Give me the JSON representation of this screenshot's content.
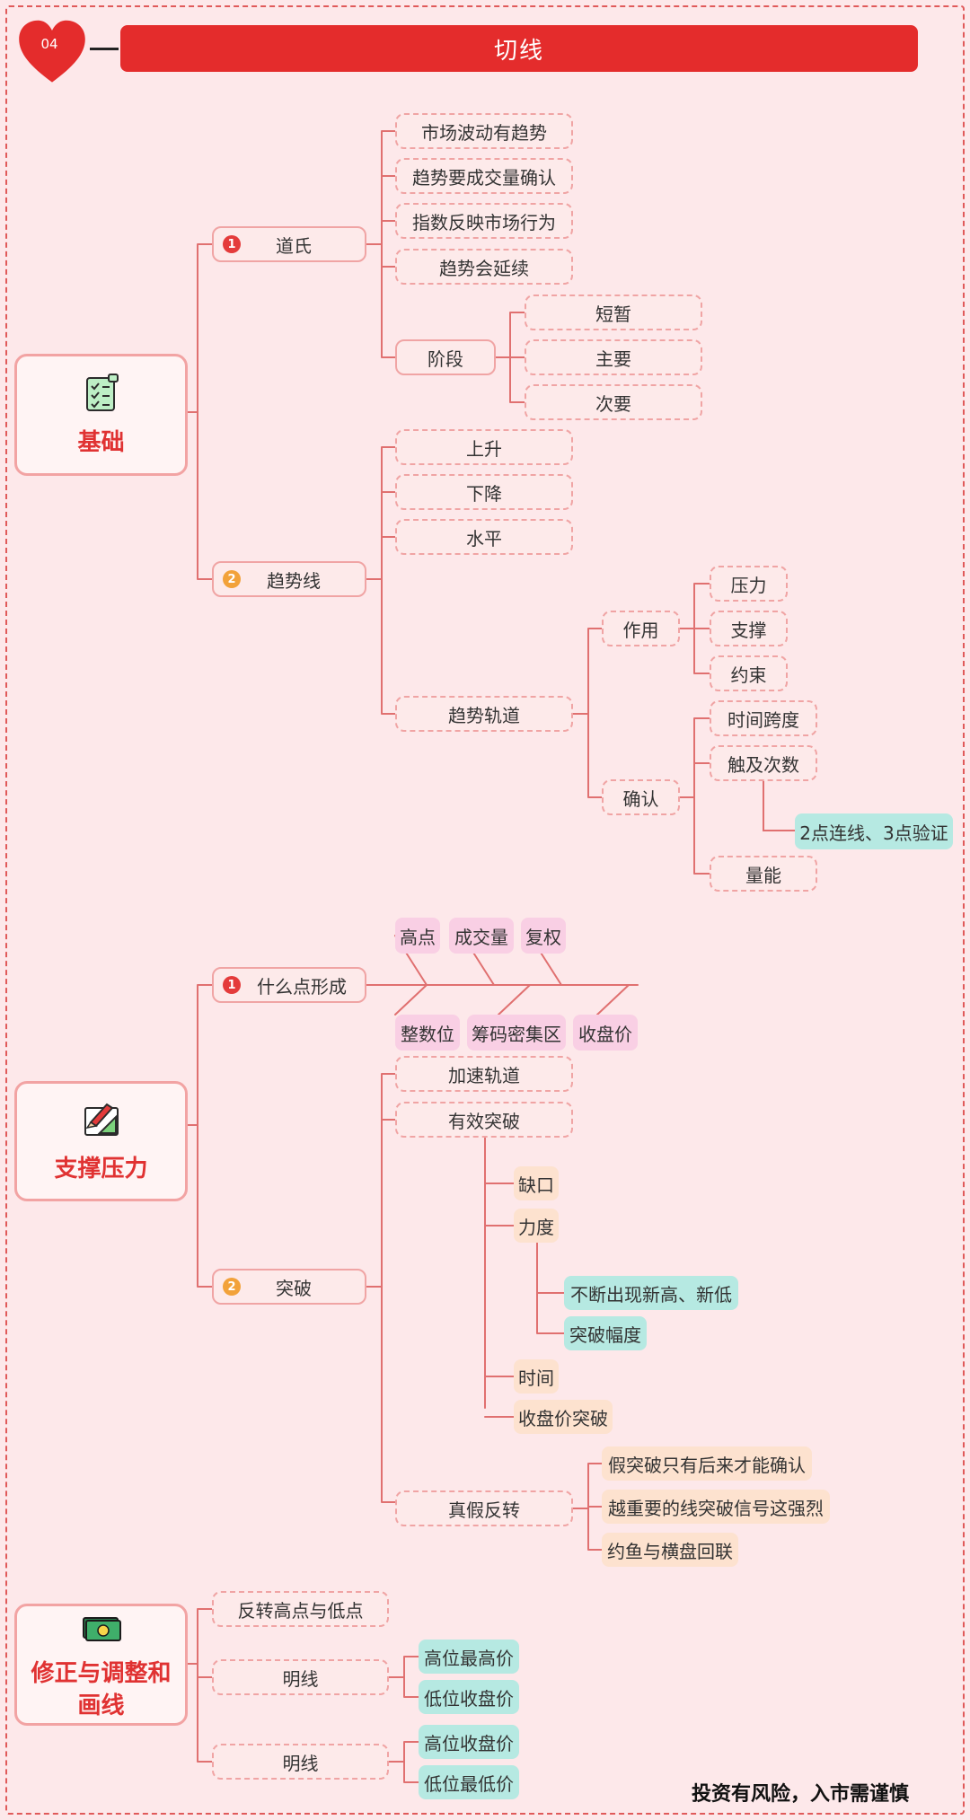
{
  "header": {
    "number": "04",
    "title": "切线"
  },
  "roots": {
    "basics": "基础",
    "support": "支撑压力",
    "adjust": "修正与调整和画线"
  },
  "basics": {
    "dow": {
      "index": "1",
      "label": "道氏",
      "items": [
        "市场波动有趋势",
        "趋势要成交量确认",
        "指数反映市场行为",
        "趋势会延续"
      ],
      "stage": {
        "label": "阶段",
        "items": [
          "短暂",
          "主要",
          "次要"
        ]
      }
    },
    "trendline": {
      "index": "2",
      "label": "趋势线",
      "items": [
        "上升",
        "下降",
        "水平"
      ],
      "channel": {
        "label": "趋势轨道",
        "role": {
          "label": "作用",
          "items": [
            "压力",
            "支撑",
            "约束"
          ]
        },
        "confirm": {
          "label": "确认",
          "time_span": "时间跨度",
          "touch": "触及次数",
          "touch_detail": "2点连线、3点验证",
          "volume": "量能"
        }
      }
    }
  },
  "support": {
    "formation": {
      "index": "1",
      "label": "什么点形成",
      "top": [
        "高点",
        "成交量",
        "复权"
      ],
      "bottom": [
        "整数位",
        "筹码密集区",
        "收盘价"
      ]
    },
    "breakout": {
      "index": "2",
      "label": "突破",
      "accel": "加速轨道",
      "valid": {
        "label": "有效突破",
        "gap": "缺口",
        "force": "力度",
        "force_items": [
          "不断出现新高、新低",
          "突破幅度"
        ],
        "time": "时间",
        "close": "收盘价突破"
      },
      "reversal": {
        "label": "真假反转",
        "items": [
          "假突破只有后来才能确认",
          "越重要的线突破信号这强烈",
          "约鱼与横盘回联"
        ]
      }
    }
  },
  "adjust": {
    "reverse": "反转高点与低点",
    "line1": {
      "label": "明线",
      "items": [
        "高位最高价",
        "低位收盘价"
      ]
    },
    "line2": {
      "label": "明线",
      "items": [
        "高位收盘价",
        "低位最低价"
      ]
    }
  },
  "footer": "投资有风险，入市需谨慎",
  "colors": {
    "accent": "#e42c2c",
    "connector": "#e07070",
    "background": "#fde8ea",
    "teal": "#b6e9e2",
    "pink": "#f9cfe4",
    "peach": "#fde2cf"
  }
}
